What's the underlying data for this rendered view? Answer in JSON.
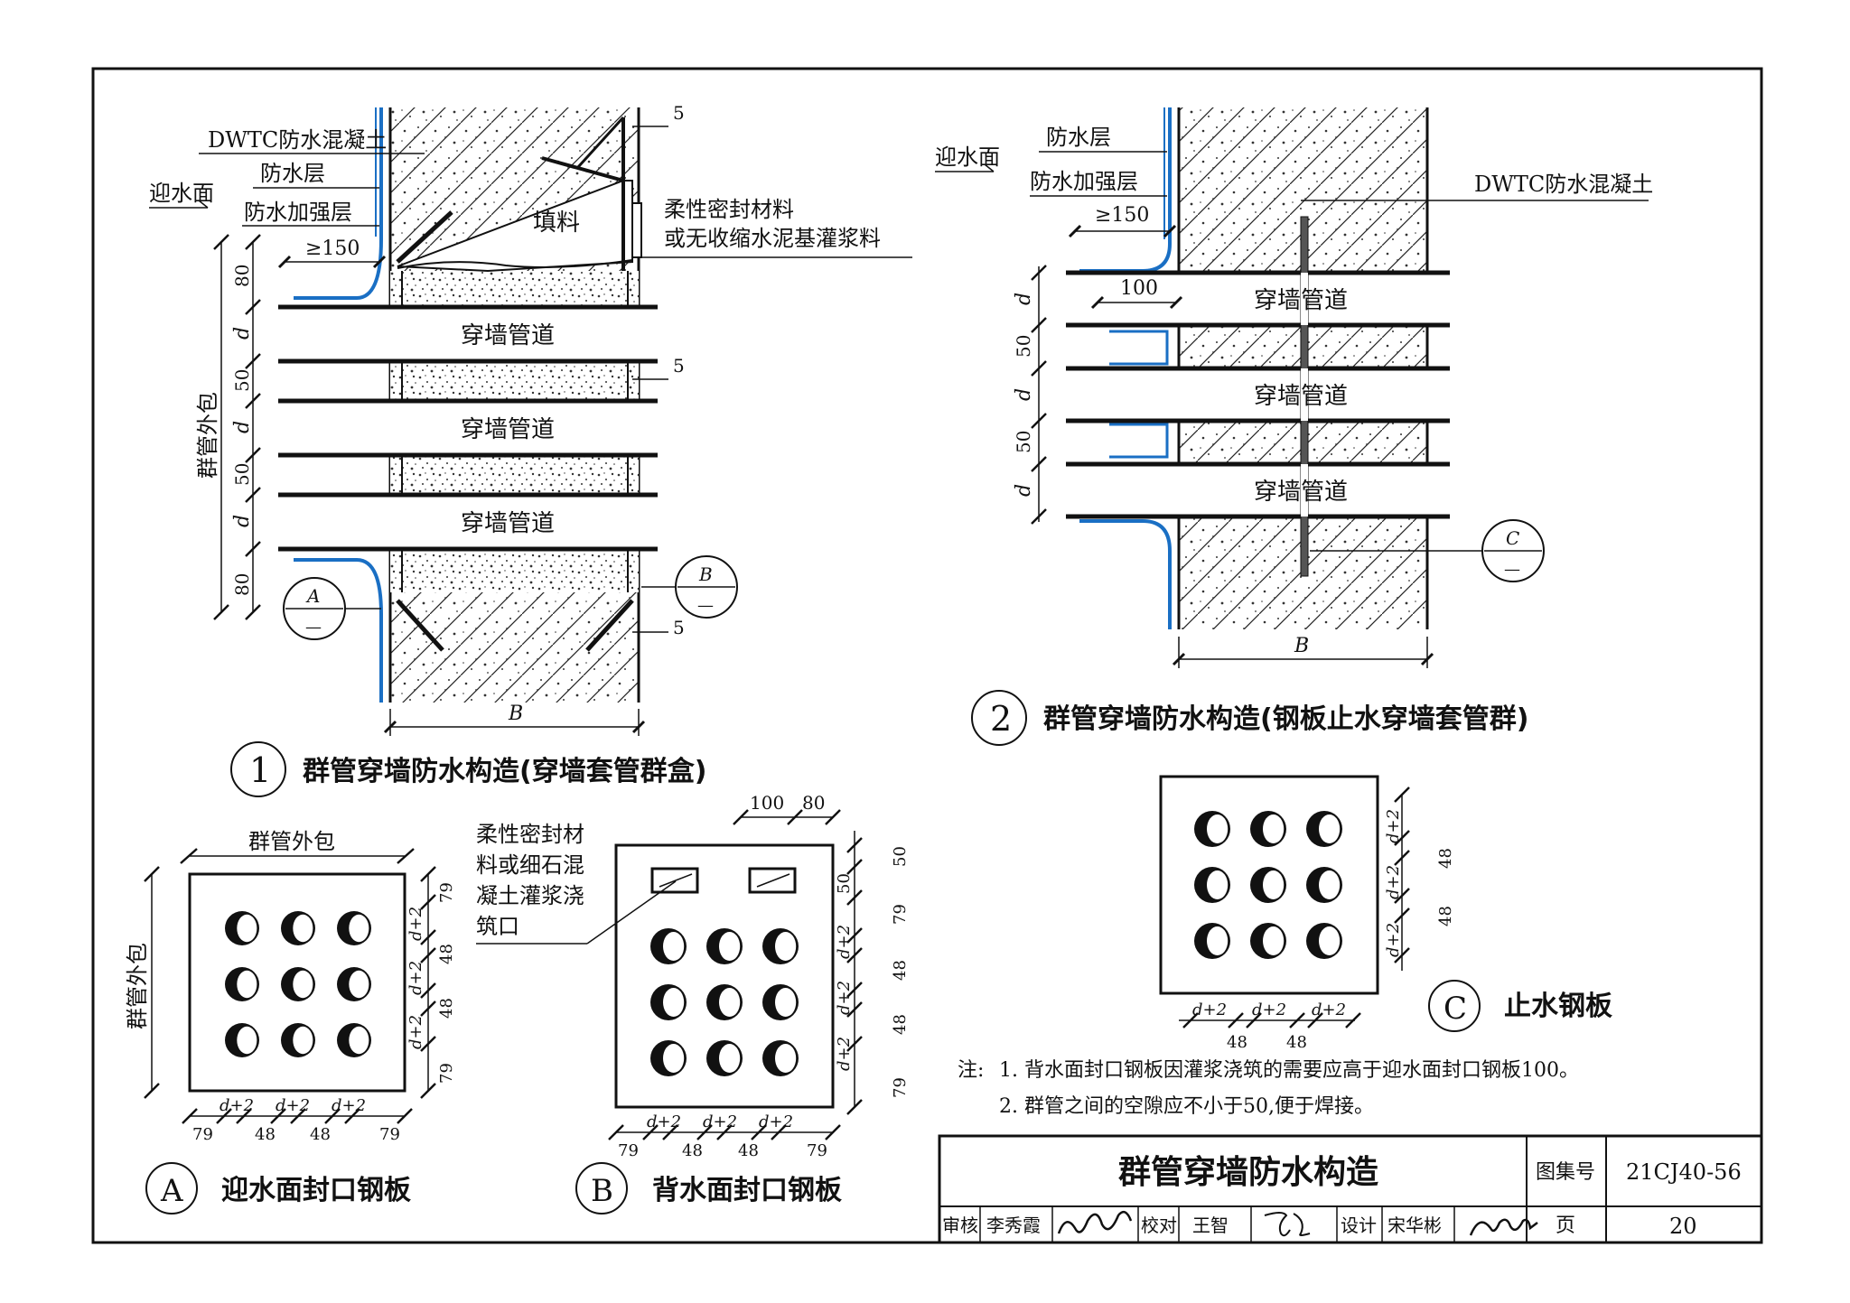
{
  "sheet": {
    "title": "群管穿墙防水构造",
    "atlas_label": "图集号",
    "atlas_no": "21CJ40-56",
    "page_label": "页",
    "page_no": "20",
    "review_label": "审核",
    "reviewer": "李秀霞",
    "check_label": "校对",
    "checker": "王智",
    "design_label": "设计",
    "designer": "宋华彬"
  },
  "fig1": {
    "num": "1",
    "caption": "群管穿墙防水构造(穿墙套管群盒)",
    "dwtc": "DWTC防水混凝土",
    "wp_layer": "防水层",
    "wp_reinforce": "防水加强层",
    "water_face": "迎水面",
    "dim150": "≥150",
    "fill": "填料",
    "sealant1": "柔性密封材料",
    "sealant2": "或无收缩水泥基灌浆料",
    "pipe": "穿墙管道",
    "group_wrap": "群管外包",
    "d80": "80",
    "d50": "50",
    "dd": "d",
    "weld5": "5",
    "dimB": "B",
    "calloutA": "A",
    "calloutB": "B",
    "dash": "—"
  },
  "fig2": {
    "num": "2",
    "caption": "群管穿墙防水构造(钢板止水穿墙套管群)",
    "water_face": "迎水面",
    "wp_layer": "防水层",
    "wp_reinforce": "防水加强层",
    "dim150": "≥150",
    "dwtc": "DWTC防水混凝土",
    "dim100": "100",
    "pipe": "穿墙管道",
    "d50": "50",
    "dd": "d",
    "dimB": "B",
    "calloutC": "C",
    "dash": "—"
  },
  "figA": {
    "letter": "A",
    "caption": "迎水面封口钢板",
    "group_wrap": "群管外包",
    "d2": "d+2",
    "v79": "79",
    "v48": "48"
  },
  "figB": {
    "letter": "B",
    "caption": "背水面封口钢板",
    "note1": "柔性密封材",
    "note2": "料或细石混",
    "note3": "凝土灌浆浇",
    "note4": "筑口",
    "d100": "100",
    "d80": "80",
    "d50": "50",
    "d2": "d+2",
    "v79": "79",
    "v48": "48"
  },
  "figC": {
    "letter": "C",
    "caption": "止水钢板",
    "d2": "d+2",
    "v48": "48"
  },
  "notes": {
    "prefix": "注:",
    "n1": "1. 背水面封口钢板因灌浆浇筑的需要应高于迎水面封口钢板100。",
    "n2": "2. 群管之间的空隙应不小于50,便于焊接。"
  }
}
